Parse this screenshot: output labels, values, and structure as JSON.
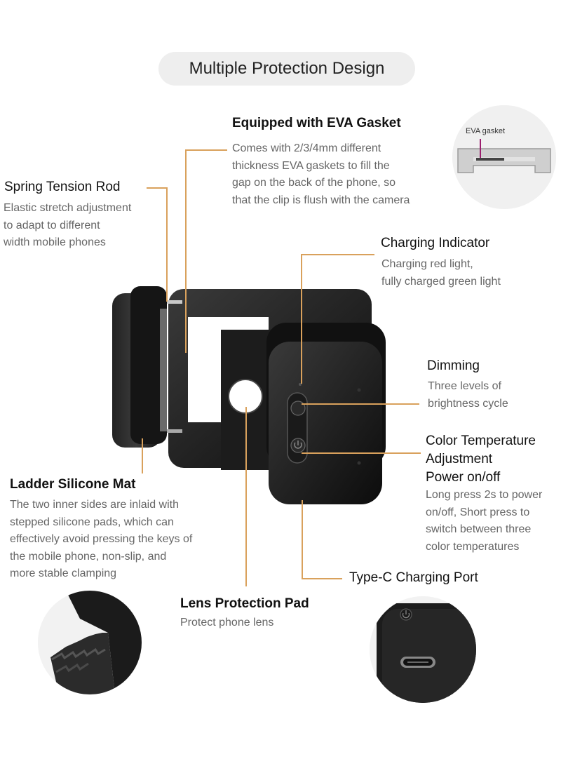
{
  "title": "Multiple Protection Design",
  "accent_color": "#d9a15c",
  "features": {
    "eva_gasket": {
      "heading": "Equipped with EVA Gasket",
      "lines": [
        "Comes with 2/3/4mm different",
        "thickness EVA gaskets to fill the",
        "gap on the back of the phone, so",
        "that the clip is flush with the camera"
      ],
      "inset_label": "EVA gasket"
    },
    "spring_rod": {
      "heading": "Spring Tension Rod",
      "lines": [
        "Elastic stretch adjustment",
        "to adapt to different",
        "width mobile phones"
      ]
    },
    "charging_indicator": {
      "heading": "Charging Indicator",
      "lines": [
        "Charging red light,",
        "fully charged green light"
      ]
    },
    "dimming": {
      "heading": "Dimming",
      "lines": [
        "Three levels of",
        "brightness cycle"
      ]
    },
    "color_temp": {
      "heading_lines": [
        "Color Temperature",
        "Adjustment",
        "Power on/off"
      ],
      "lines": [
        "Long press 2s to power",
        "on/off, Short press to",
        "switch between three",
        "color temperatures"
      ]
    },
    "ladder_mat": {
      "heading": "Ladder Silicone Mat",
      "lines": [
        "The two inner sides are inlaid with",
        "stepped silicone pads, which can",
        "effectively avoid pressing the keys of",
        "the mobile phone, non-slip, and",
        "more stable clamping"
      ]
    },
    "lens_pad": {
      "heading": "Lens Protection Pad",
      "lines": [
        "Protect phone lens"
      ]
    },
    "type_c": {
      "heading": "Type-C Charging Port"
    }
  }
}
